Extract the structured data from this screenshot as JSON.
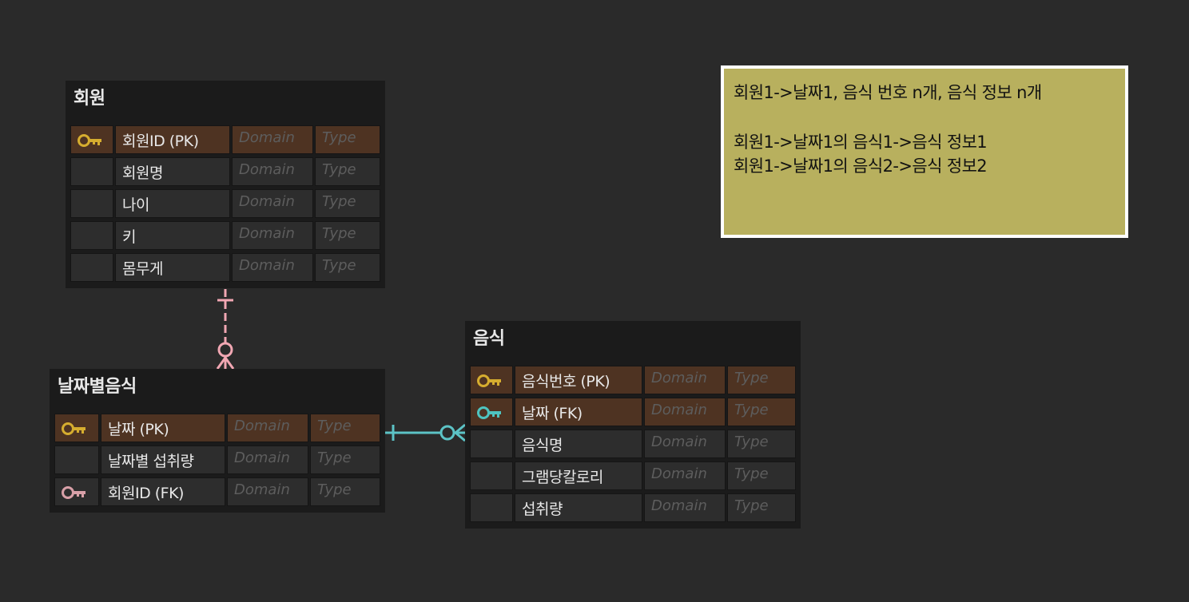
{
  "colors": {
    "background": "#2a2a2a",
    "entity_bg": "#1b1b1b",
    "key_row": "#4e3322",
    "row": "#2d2d2d",
    "pk_key": "#d6ad2f",
    "fk_key_pink": "#d8a0a8",
    "fk_key_teal": "#4ec4c0",
    "rel_pink": "#f1a7b3",
    "rel_teal": "#5cc3c6",
    "note_bg": "#b8b05e"
  },
  "entities": {
    "member": {
      "title": "회원",
      "rows": [
        {
          "name": "회원ID (PK)",
          "domain": "Domain",
          "type": "Type",
          "icon": "primary-key-icon"
        },
        {
          "name": "회원명",
          "domain": "Domain",
          "type": "Type"
        },
        {
          "name": "나이",
          "domain": "Domain",
          "type": "Type"
        },
        {
          "name": "키",
          "domain": "Domain",
          "type": "Type"
        },
        {
          "name": "몸무게",
          "domain": "Domain",
          "type": "Type"
        }
      ]
    },
    "daily_food": {
      "title": "날짜별음식",
      "rows": [
        {
          "name": "날짜 (PK)",
          "domain": "Domain",
          "type": "Type",
          "icon": "primary-key-icon"
        },
        {
          "name": "날짜별 섭취량",
          "domain": "Domain",
          "type": "Type"
        },
        {
          "name": "회원ID (FK)",
          "domain": "Domain",
          "type": "Type",
          "icon": "foreign-key-icon"
        }
      ]
    },
    "food": {
      "title": "음식",
      "rows": [
        {
          "name": "음식번호 (PK)",
          "domain": "Domain",
          "type": "Type",
          "icon": "primary-key-icon"
        },
        {
          "name": "날짜  (FK)",
          "domain": "Domain",
          "type": "Type",
          "icon": "foreign-key-icon"
        },
        {
          "name": "음식명",
          "domain": "Domain",
          "type": "Type"
        },
        {
          "name": "그램당칼로리",
          "domain": "Domain",
          "type": "Type"
        },
        {
          "name": "섭취량",
          "domain": "Domain",
          "type": "Type"
        }
      ]
    }
  },
  "relationships": [
    {
      "from": "회원",
      "to": "날짜별음식",
      "from_cardinality": "one",
      "to_cardinality": "zero-or-many",
      "style": "dashed"
    },
    {
      "from": "날짜별음식",
      "to": "음식",
      "from_cardinality": "one",
      "to_cardinality": "zero-or-many",
      "style": "solid"
    }
  ],
  "note": {
    "lines": [
      "회원1->날짜1,  음식 번호 n개, 음식 정보 n개",
      "회원1->날짜1의 음식1->음식 정보1",
      "회원1->날짜1의 음식2->음식 정보2"
    ]
  }
}
